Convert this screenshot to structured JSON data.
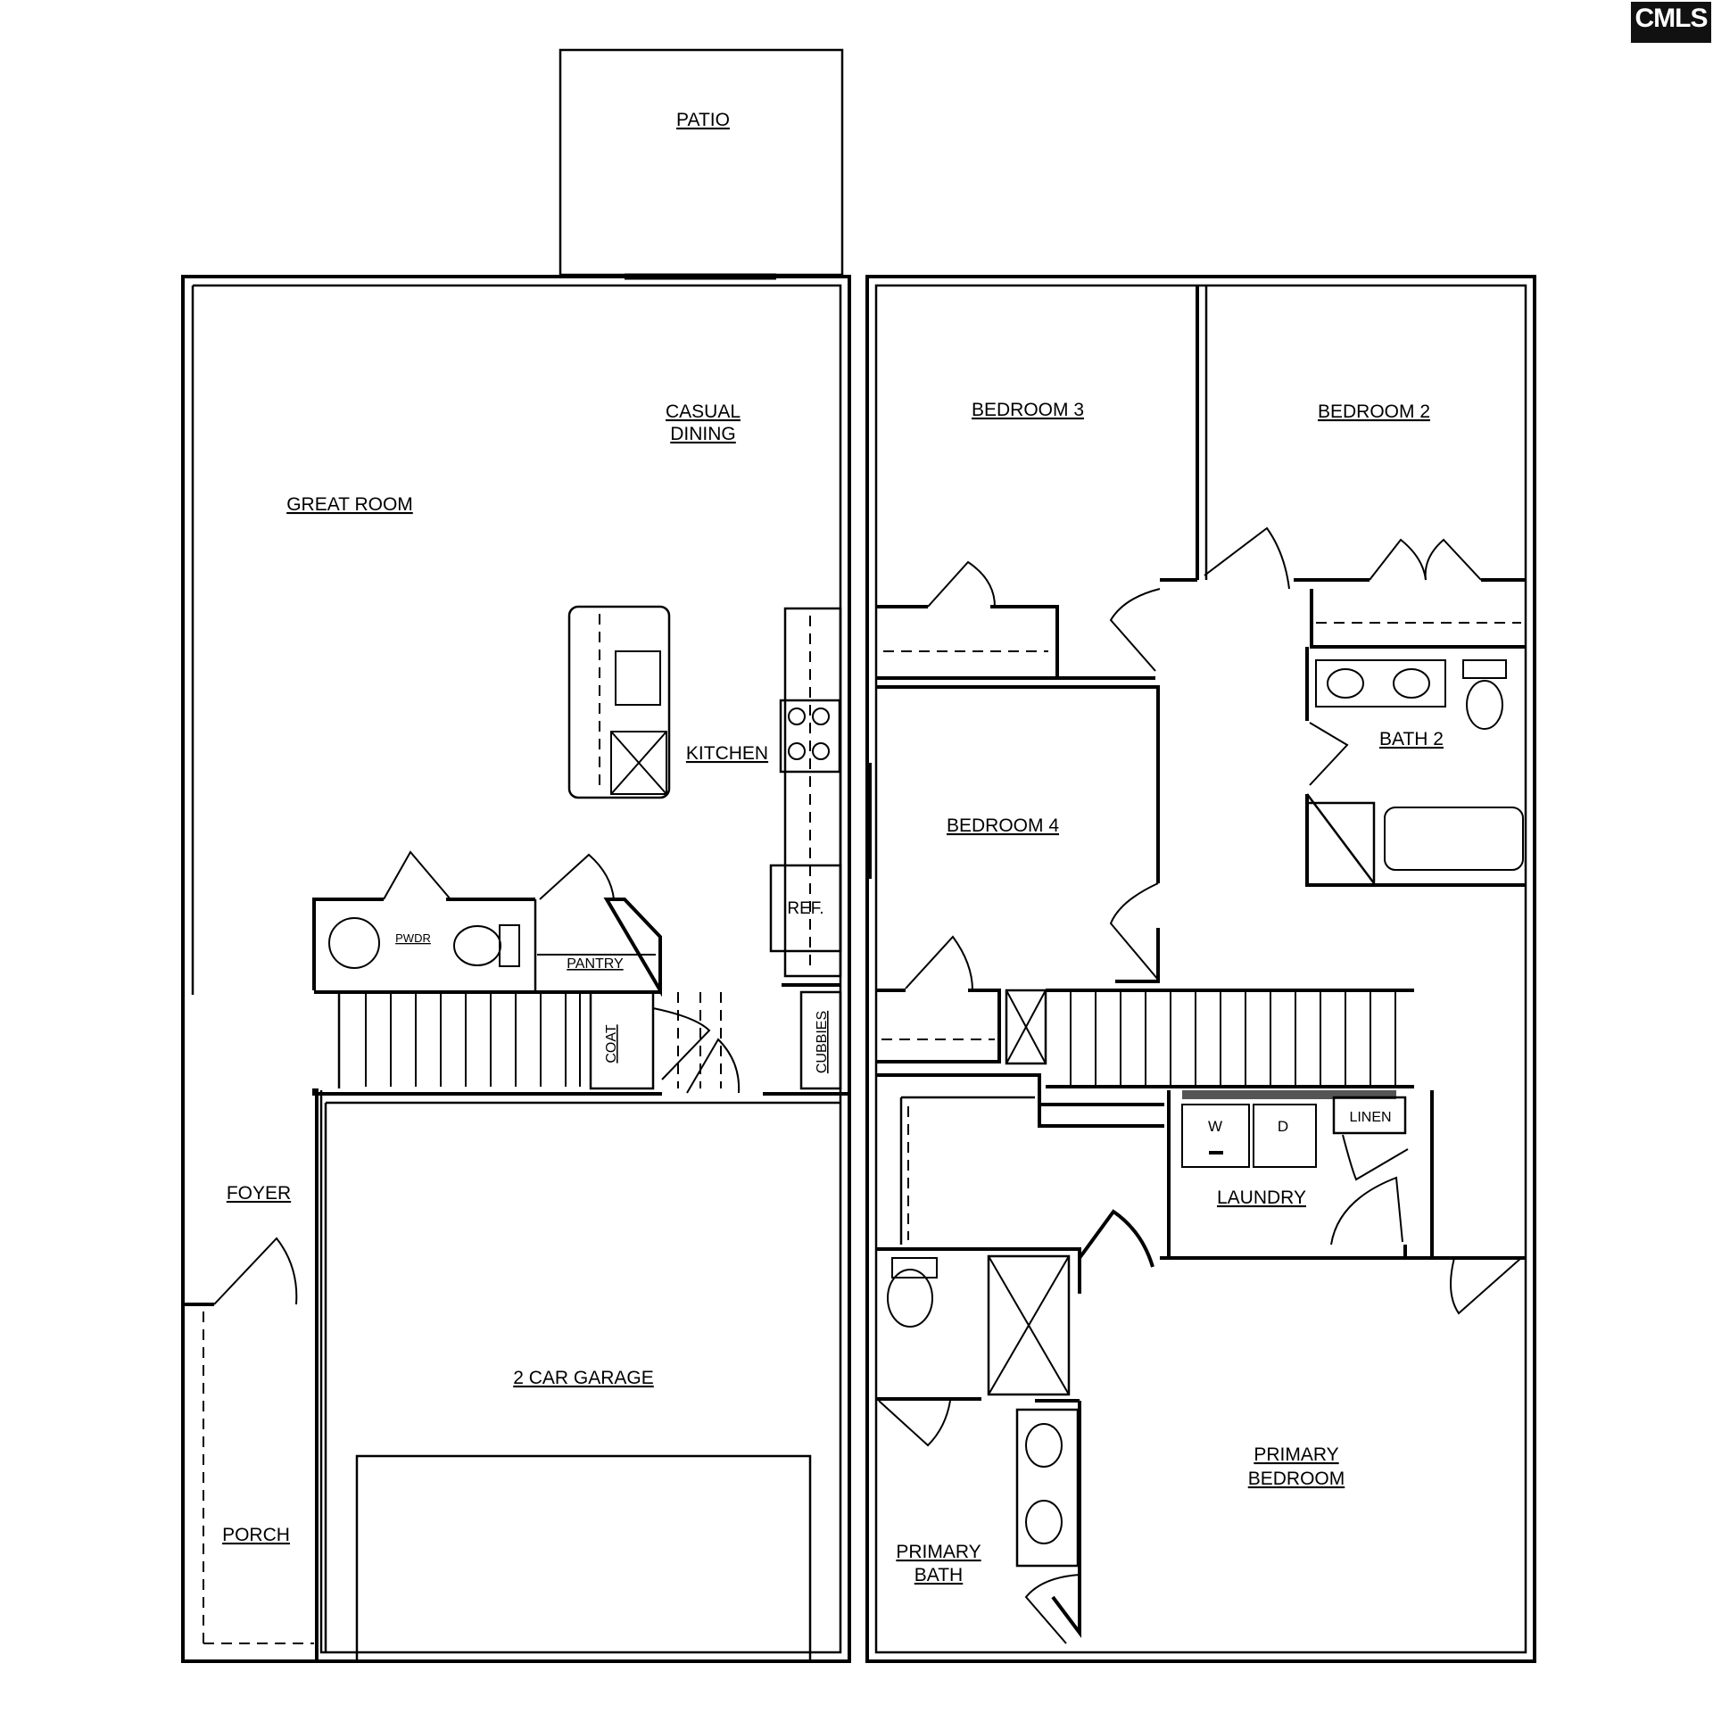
{
  "logo": {
    "text": "CMLS",
    "subtext": ""
  },
  "rooms": {
    "patio": "PATIO",
    "casual_dining_1": "CASUAL",
    "casual_dining_2": "DINING",
    "great_room": "GREAT ROOM",
    "kitchen": "KITCHEN",
    "ref": "REF.",
    "pwdr": "PWDR",
    "pantry": "PANTRY",
    "coat": "COAT",
    "cubbies": "CUBBIES",
    "foyer": "FOYER",
    "garage": "2 CAR GARAGE",
    "porch": "PORCH",
    "bedroom3": "BEDROOM 3",
    "bedroom2": "BEDROOM 2",
    "bath2": "BATH 2",
    "bedroom4": "BEDROOM 4",
    "washer": "W",
    "dryer": "D",
    "linen": "LINEN",
    "laundry": "LAUNDRY",
    "primary_bedroom_1": "PRIMARY",
    "primary_bedroom_2": "BEDROOM",
    "primary_bath_1": "PRIMARY",
    "primary_bath_2": "BATH"
  }
}
